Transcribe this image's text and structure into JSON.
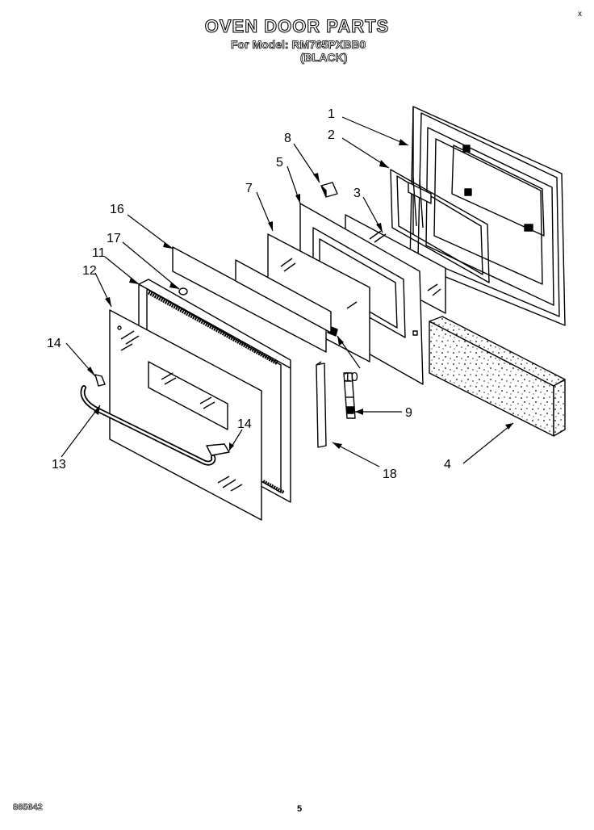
{
  "header": {
    "title": "OVEN DOOR PARTS",
    "model_line": "For Model: RM765PXBB0",
    "color_line": "(BLACK)"
  },
  "corner_mark": "x",
  "footer": {
    "doc_number": "865642",
    "page_number": "5"
  },
  "callouts": [
    {
      "id": "c1",
      "text": "1"
    },
    {
      "id": "c2",
      "text": "2"
    },
    {
      "id": "c3",
      "text": "3"
    },
    {
      "id": "c4",
      "text": "4"
    },
    {
      "id": "c5",
      "text": "5"
    },
    {
      "id": "c7",
      "text": "7"
    },
    {
      "id": "c8",
      "text": "8"
    },
    {
      "id": "c9",
      "text": "9"
    },
    {
      "id": "c10",
      "text": "10"
    },
    {
      "id": "c11",
      "text": "11"
    },
    {
      "id": "c12",
      "text": "12"
    },
    {
      "id": "c13",
      "text": "13"
    },
    {
      "id": "c14a",
      "text": "14"
    },
    {
      "id": "c14b",
      "text": "14"
    },
    {
      "id": "c16",
      "text": "16"
    },
    {
      "id": "c17",
      "text": "17"
    },
    {
      "id": "c18",
      "text": "18"
    }
  ]
}
